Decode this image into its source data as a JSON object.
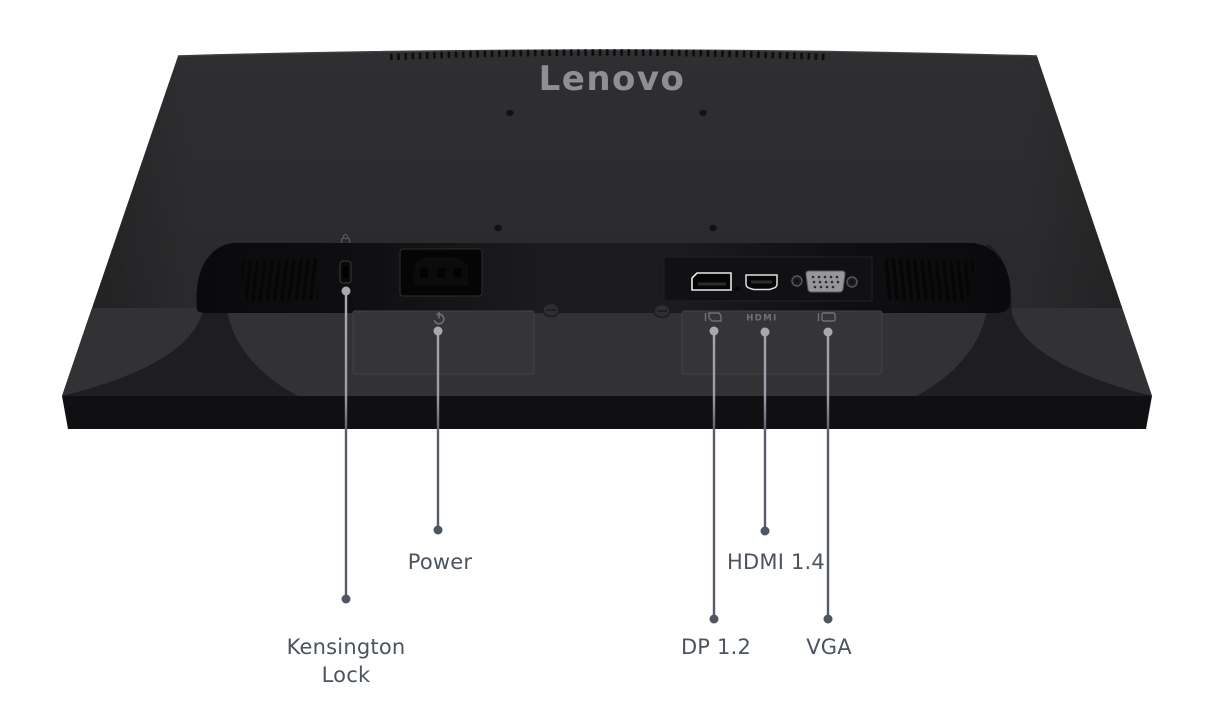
{
  "brand": {
    "logo": "Lenovo"
  },
  "panel_icons": {
    "hdmi_text": "HDMI"
  },
  "callouts": {
    "kensington": "Kensington Lock",
    "power": "Power",
    "dp": "DP 1.2",
    "hdmi": "HDMI 1.4",
    "vga": "VGA"
  },
  "colors": {
    "background": "#ffffff",
    "monitor_back_panel": "#2b2b2d",
    "monitor_bottom_panel": "#323234",
    "port_recess": "#141416",
    "bezel_band": "#101013",
    "logo_gray": "#8e8f91",
    "printed_icon_gray": "#6e7177",
    "callout_text": "#4b545f",
    "callout_line_dark": "#535b65",
    "callout_line_light": "#9aa0a8"
  }
}
